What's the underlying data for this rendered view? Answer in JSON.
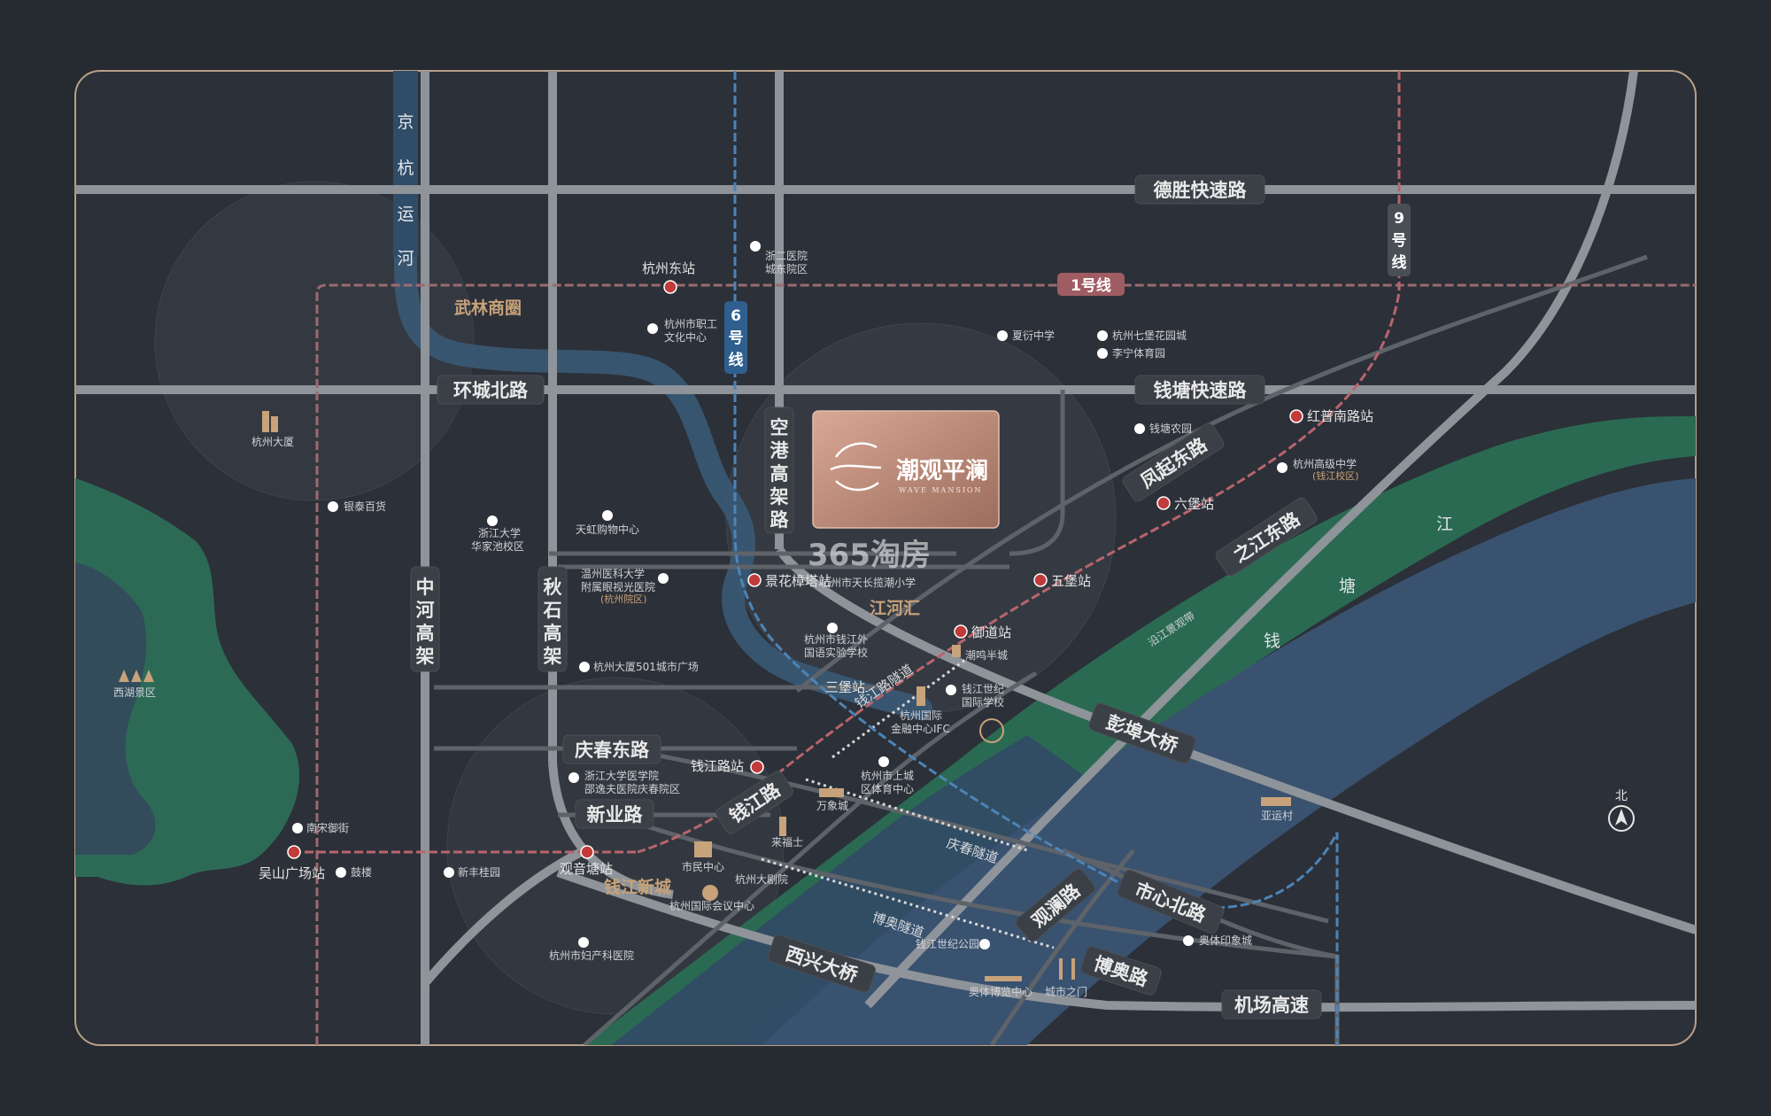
{
  "brand": {
    "name_cn": "潮观平澜",
    "name_en": "WAVE MANSION"
  },
  "watermark": "365淘房",
  "compass": {
    "label": "北"
  },
  "water": {
    "canal": [
      "京",
      "杭",
      "运",
      "河"
    ],
    "river": [
      "江",
      "塘",
      "钱"
    ]
  },
  "roads": {
    "desheng": "德胜快速路",
    "huancheng": "环城北路",
    "qiantang": "钱塘快速路",
    "konggang": [
      "空",
      "港",
      "高",
      "架",
      "路"
    ],
    "zhonghe": [
      "中",
      "河",
      "高",
      "架"
    ],
    "qiushi": [
      "秋",
      "石",
      "高",
      "架"
    ],
    "fengqi": "凤起东路",
    "zhijiang": "之江东路",
    "pengbu": "彭埠大桥",
    "qingchun": "庆春东路",
    "xinye": "新业路",
    "qianjiang": "钱江路",
    "xixing": "西兴大桥",
    "shixin": "市心北路",
    "guanlan": "观澜路",
    "boao": "博奥路",
    "jichang": "机场高速",
    "qingchun_tunnel": "庆春隧道",
    "boao_tunnel": "博奥隧道",
    "qianjiang_tunnel": "钱江路隧道",
    "jianggan": "沿江景观带"
  },
  "metro": {
    "line1": "1号线",
    "line6": [
      "6",
      "号",
      "线"
    ],
    "line9": [
      "9",
      "号",
      "线"
    ]
  },
  "stations": {
    "hangzhou_east": "杭州东站",
    "hongpu": "红普南路站",
    "liubao": "六堡站",
    "wubao": "五堡站",
    "yudao": "御道站",
    "jinghua": "景花樟塔站",
    "sanbao": "三堡站",
    "qianjianglu": "钱江路站",
    "guanyintang": "观音塘站",
    "wushan": "吴山广场站"
  },
  "districts": {
    "wulin": "武林商圈",
    "jianghehui": "江河汇",
    "qianjiang_new_city": "钱江新城"
  },
  "pois": {
    "zheer": [
      "浙二医院",
      "城东院区"
    ],
    "zhigong": [
      "杭州市职工",
      "文化中心"
    ],
    "xiasha": "夏衍中学",
    "qibao_garden": "杭州七堡花园城",
    "lining": "李宁体育园",
    "qiantang_garden": "钱塘农园",
    "gaoji": [
      "杭州高级中学",
      "(钱江校区)"
    ],
    "hangzhou_tower": "杭州大厦",
    "yintai": "银泰百货",
    "zju": [
      "浙江大学",
      "华家池校区"
    ],
    "tianhong": "天虹购物中心",
    "wenzhou": [
      "温州医科大学",
      "附属眼视光医院",
      "(杭州院区)"
    ],
    "jiangcheng_primary": "杭州市天长揽潮小学",
    "jianggan_waiguoyu": [
      "杭州市钱江外",
      "国语实验学校"
    ],
    "chaoming": "潮鸣半城",
    "dasha_501": "杭州大厦501城市广场",
    "xihu": "西湖景区",
    "ifc": [
      "杭州国际",
      "金融中心IFC"
    ],
    "qianjiang_shiji": [
      "钱江世纪",
      "国际学校"
    ],
    "zheyi": [
      "浙江大学医学院",
      "邵逸夫医院庆春院区"
    ],
    "shicheng": [
      "杭州市上城",
      "区体育中心"
    ],
    "wanxiang": "万象城",
    "laifushi": "来福士",
    "shimin": "市民中心",
    "dajuyuan": "杭州大剧院",
    "guoji_huiyi": "杭州国际会议中心",
    "fuchan": "杭州市妇产科医院",
    "nansong": "南宋御街",
    "gulou": "鼓楼",
    "xinfeng": "新丰桂园",
    "yayun": "亚运村",
    "shiji_park": "钱江世纪公园",
    "bolan": "奥体博览中心",
    "chengshi_zhimen": "城市之门",
    "aoti_yincheng": "奥体印象城"
  }
}
